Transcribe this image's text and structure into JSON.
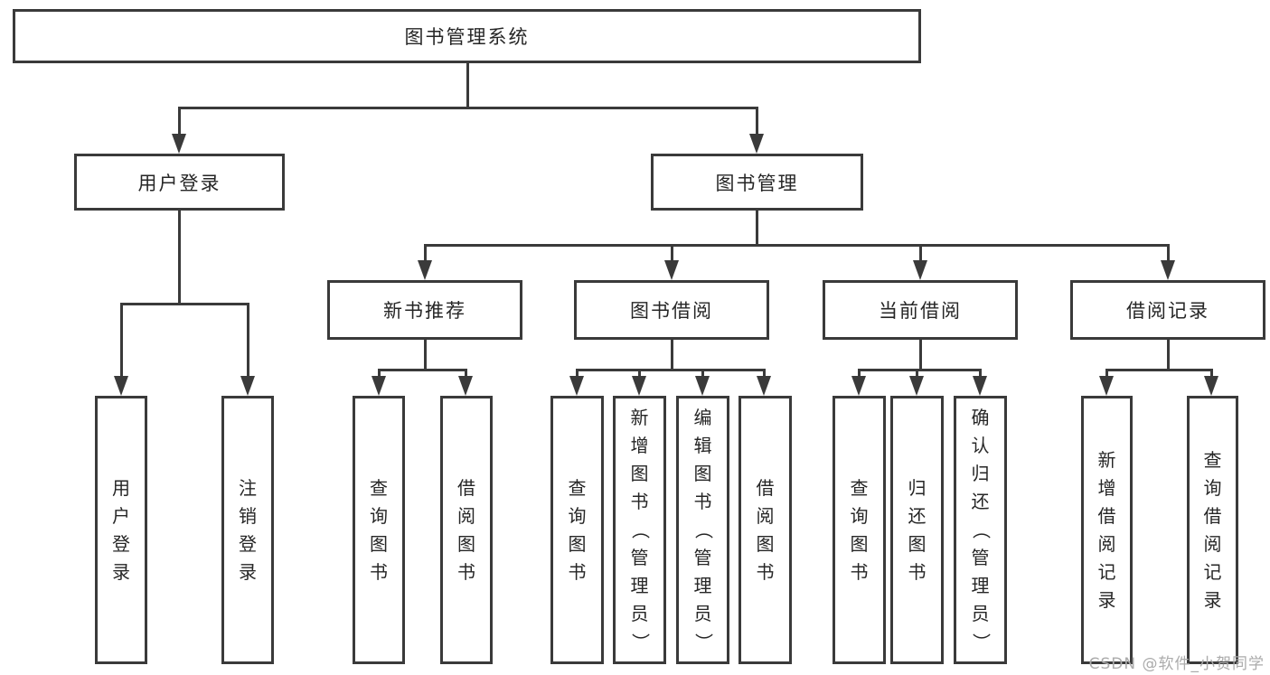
{
  "diagram": {
    "root": "图书管理系统",
    "level2": {
      "user_login": "用户登录",
      "book_mgmt": "图书管理"
    },
    "level3": {
      "new_books": "新书推荐",
      "borrowing": "图书借阅",
      "current": "当前借阅",
      "records": "借阅记录"
    },
    "leaves": {
      "user_login": "用户登录",
      "logout": "注销登录",
      "nb_search": "查询图书",
      "nb_borrow": "借阅图书",
      "bw_search": "查询图书",
      "bw_add": "新增图书（管理员）",
      "bw_edit": "编辑图书（管理员）",
      "bw_borrow": "借阅图书",
      "cur_search": "查询图书",
      "cur_return": "归还图书",
      "cur_confirm": "确认归还（管理员）",
      "rec_add": "新增借阅记录",
      "rec_search": "查询借阅记录"
    }
  },
  "watermark": {
    "text": "CSDN @软件_小贺同学"
  },
  "colors": {
    "line": "#3a3a3a",
    "text": "#262626",
    "watermark": "#ababab",
    "background": "#ffffff"
  }
}
